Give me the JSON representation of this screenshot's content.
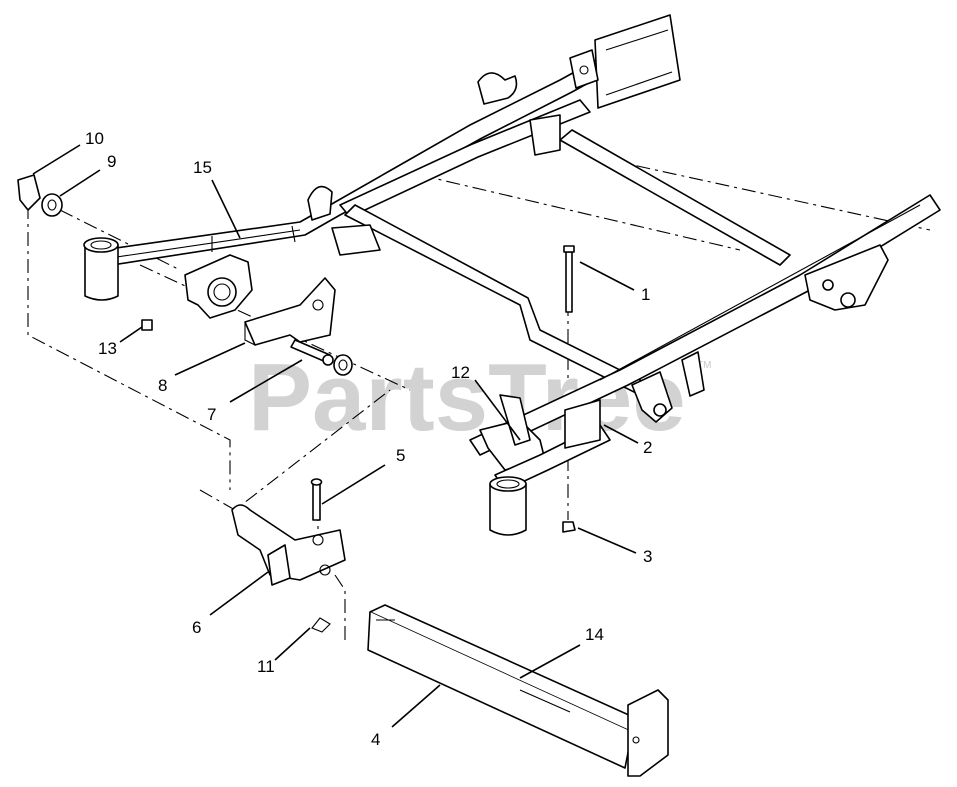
{
  "watermark": {
    "text": "PartsTree",
    "trademark": "TM"
  },
  "callouts": [
    {
      "id": "1",
      "label": "1"
    },
    {
      "id": "2",
      "label": "2"
    },
    {
      "id": "3",
      "label": "3"
    },
    {
      "id": "4",
      "label": "4"
    },
    {
      "id": "5",
      "label": "5"
    },
    {
      "id": "6",
      "label": "6"
    },
    {
      "id": "7",
      "label": "7"
    },
    {
      "id": "8",
      "label": "8"
    },
    {
      "id": "9",
      "label": "9"
    },
    {
      "id": "10",
      "label": "10"
    },
    {
      "id": "11",
      "label": "11"
    },
    {
      "id": "12",
      "label": "12"
    },
    {
      "id": "13",
      "label": "13"
    },
    {
      "id": "14",
      "label": "14"
    },
    {
      "id": "15",
      "label": "15"
    }
  ]
}
